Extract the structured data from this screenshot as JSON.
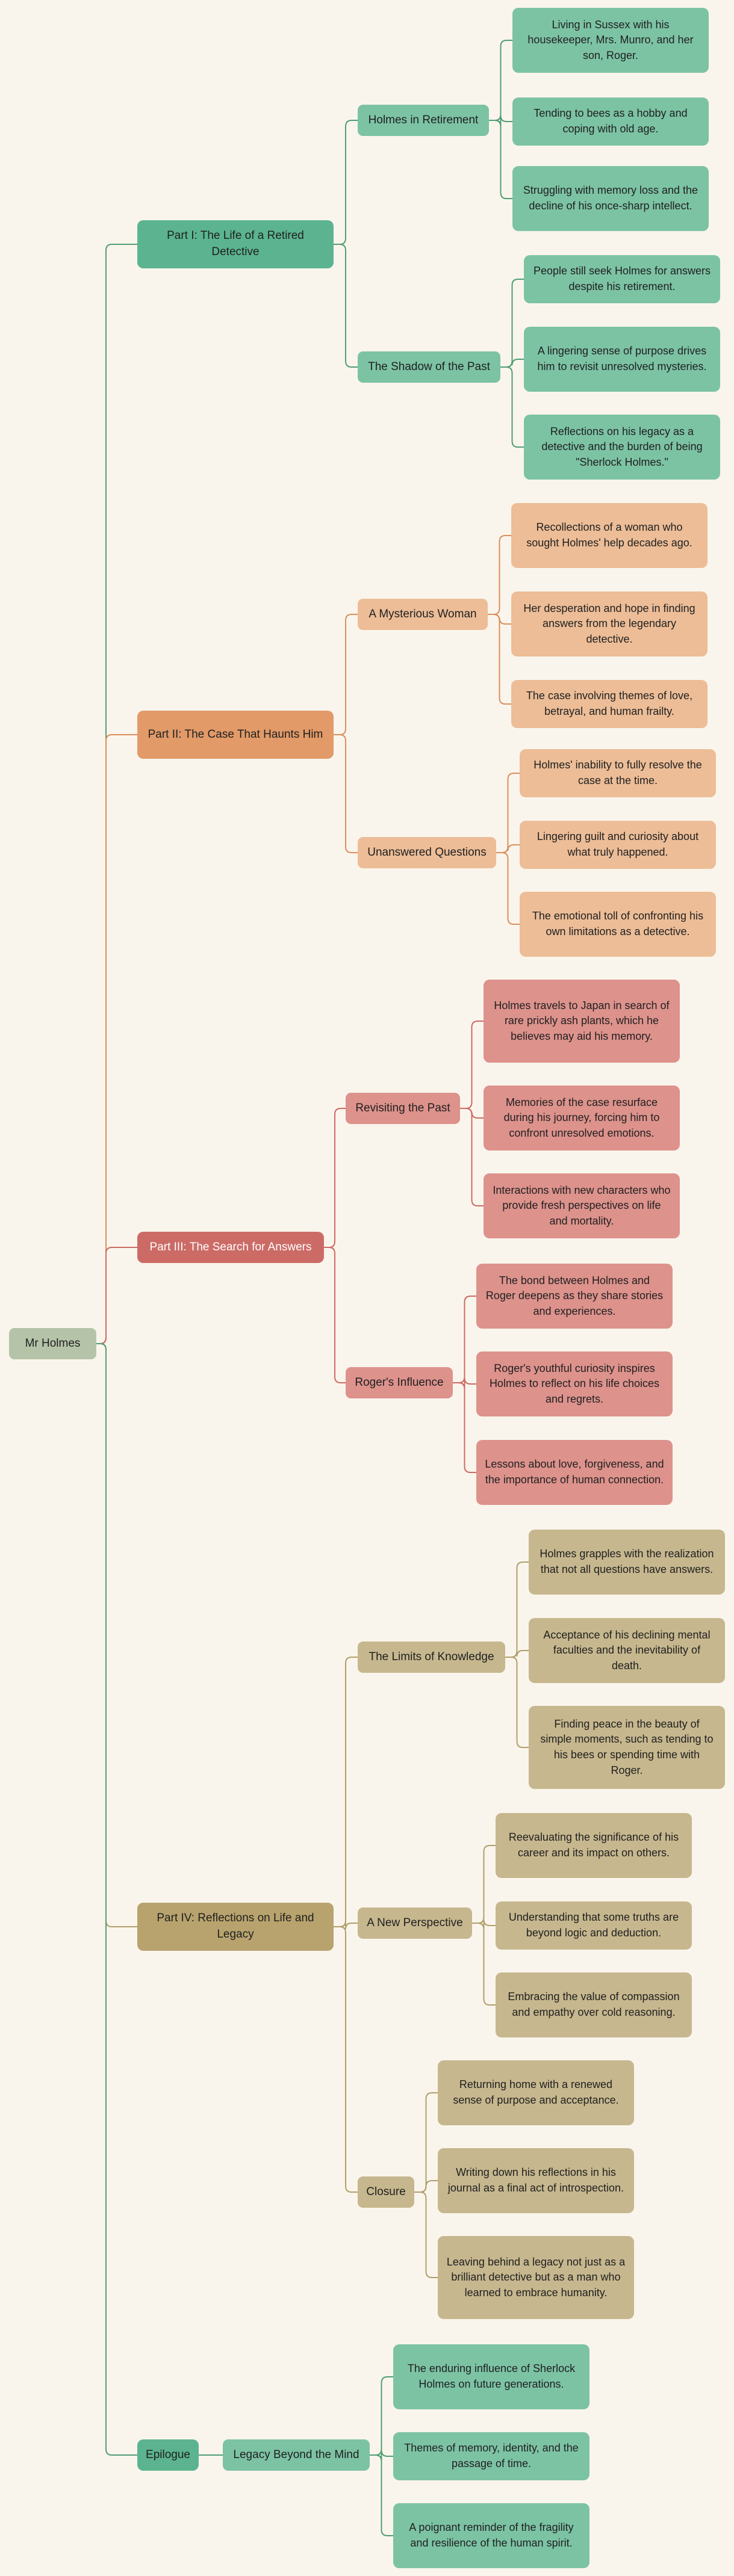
{
  "colors": {
    "background": "#faf5ec",
    "root": "#b5c4a8",
    "green_part": "#5bb48f",
    "green_child": "#7cc3a4",
    "green_line": "#4f9e74",
    "orange_part": "#e19a68",
    "orange_child": "#ecbd97",
    "orange_line": "#dc8e5c",
    "red_part": "#cc6b66",
    "red_child": "#dd928c",
    "red_line": "#cc6a64",
    "gold_part": "#b8a36e",
    "gold_child": "#c6b78e",
    "gold_line": "#b09f6b"
  },
  "root": {
    "label": "Mr Holmes"
  },
  "parts": [
    {
      "label": "Part I: The Life of a Retired Detective",
      "color": "green",
      "topics": [
        {
          "label": "Holmes in Retirement",
          "items": [
            "Living in Sussex with his housekeeper, Mrs. Munro, and her son, Roger.",
            "Tending to bees as a hobby and coping with old age.",
            "Struggling with memory loss and the decline of his once-sharp intellect."
          ]
        },
        {
          "label": "The Shadow of the Past",
          "items": [
            "People still seek Holmes for answers despite his retirement.",
            "A lingering sense of purpose drives him to revisit unresolved mysteries.",
            "Reflections on his legacy as a detective and the burden of being \"Sherlock Holmes.\""
          ]
        }
      ]
    },
    {
      "label": "Part II: The Case That Haunts Him",
      "color": "orange",
      "topics": [
        {
          "label": "A Mysterious Woman",
          "items": [
            "Recollections of a woman who sought Holmes' help decades ago.",
            "Her desperation and hope in finding answers from the legendary detective.",
            "The case involving themes of love, betrayal, and human frailty."
          ]
        },
        {
          "label": "Unanswered Questions",
          "items": [
            "Holmes' inability to fully resolve the case at the time.",
            "Lingering guilt and curiosity about what truly happened.",
            "The emotional toll of confronting his own limitations as a detective."
          ]
        }
      ]
    },
    {
      "label": "Part III: The Search for Answers",
      "color": "red",
      "topics": [
        {
          "label": "Revisiting the Past",
          "items": [
            "Holmes travels to Japan in search of rare prickly ash plants, which he believes may aid his memory.",
            "Memories of the case resurface during his journey, forcing him to confront unresolved emotions.",
            "Interactions with new characters who provide fresh perspectives on life and mortality."
          ]
        },
        {
          "label": "Roger's Influence",
          "items": [
            "The bond between Holmes and Roger deepens as they share stories and experiences.",
            "Roger's youthful curiosity inspires Holmes to reflect on his life choices and regrets.",
            "Lessons about love, forgiveness, and the importance of human connection."
          ]
        }
      ]
    },
    {
      "label": "Part IV: Reflections on Life and Legacy",
      "color": "gold",
      "topics": [
        {
          "label": "The Limits of Knowledge",
          "items": [
            "Holmes grapples with the realization that not all questions have answers.",
            "Acceptance of his declining mental faculties and the inevitability of death.",
            "Finding peace in the beauty of simple moments, such as tending to his bees or spending time with Roger."
          ]
        },
        {
          "label": "A New Perspective",
          "items": [
            "Reevaluating the significance of his career and its impact on others.",
            "Understanding that some truths are beyond logic and deduction.",
            "Embracing the value of compassion and empathy over cold reasoning."
          ]
        },
        {
          "label": "Closure",
          "items": [
            "Returning home with a renewed sense of purpose and acceptance.",
            "Writing down his reflections in his journal as a final act of introspection.",
            "Leaving behind a legacy not just as a brilliant detective but as a man who learned to embrace humanity."
          ]
        }
      ]
    },
    {
      "label": "Epilogue",
      "color": "green",
      "topics": [
        {
          "label": "Legacy Beyond the Mind",
          "items": [
            "The enduring influence of Sherlock Holmes on future generations.",
            "Themes of memory, identity, and the passage of time.",
            "A poignant reminder of the fragility and resilience of the human spirit."
          ]
        }
      ]
    }
  ]
}
